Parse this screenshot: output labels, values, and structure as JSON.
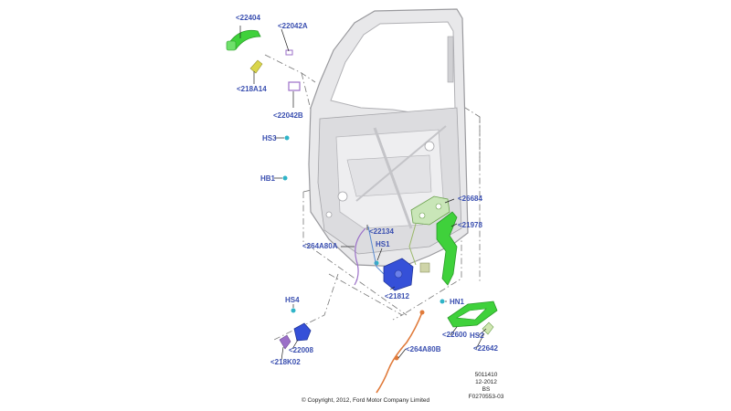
{
  "callouts": {
    "c22404": "<22404",
    "c22042a": "<22042A",
    "c218a14": "<218A14",
    "c22042b": "<22042B",
    "hs3": "HS3",
    "hb1": "HB1",
    "c26684": "<26684",
    "c21978": "<21978",
    "c22134": "<22134",
    "c264a80a": "<264A80A",
    "hs1": "HS1",
    "c21812": "<21812",
    "hs4": "HS4",
    "hn1": "HN1",
    "c22600": "<22600",
    "hs2": "HS2",
    "c22642": "<22642",
    "c264a80b": "<264A80B",
    "c22008": "<22008",
    "c218k02": "<218K02"
  },
  "meta": {
    "line1": "5011410",
    "line2": "12-2012",
    "line3": "BS",
    "line4": "F0270553-03"
  },
  "copyright": "© Copyright, 2012, Ford Motor Company Limited",
  "colors": {
    "callout": "#3a4fb0",
    "green_part": "#3fd13b",
    "blue_part": "#3550d8",
    "orange_cable": "#e07a3a",
    "purple_part": "#9b6fc8",
    "door_fill": "#e8e8ea",
    "door_stroke": "#9a9a9e",
    "fastener": "#2fb4c8"
  }
}
